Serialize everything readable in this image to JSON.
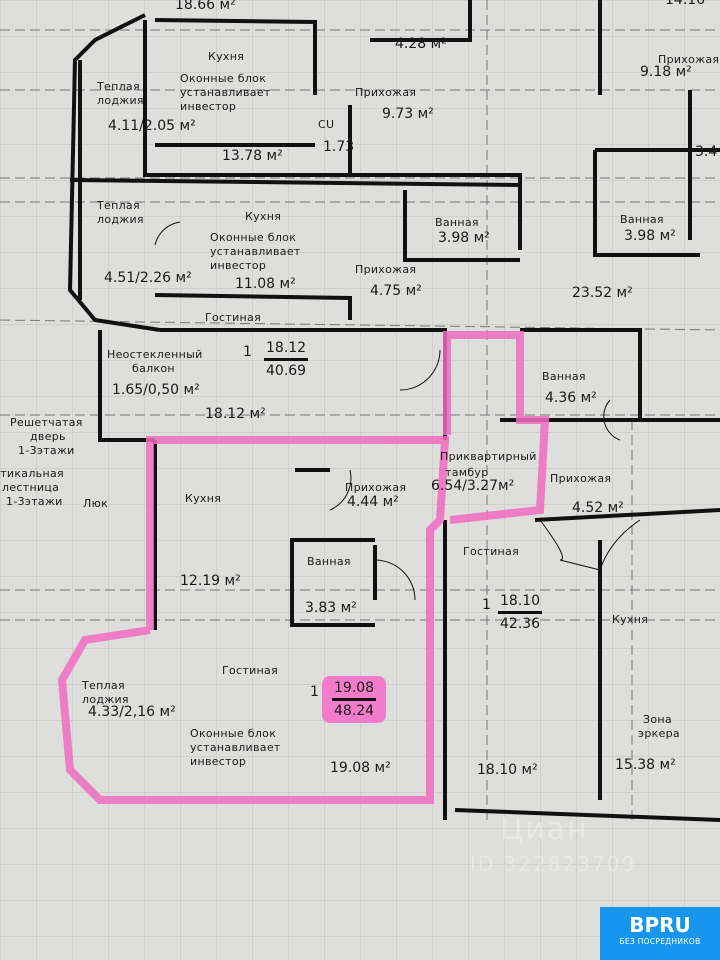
{
  "colors": {
    "wall": "#111111",
    "highlight": "#f06cc0",
    "badge": "#1796f0"
  },
  "top_left": {
    "area_top": "18.66 м²",
    "bath_area": "4.28 м²",
    "kitchen": "Кухня",
    "note": [
      "Оконные блок",
      "устанавливает",
      "инвестор"
    ],
    "loggia": [
      "Теплая",
      "лоджия"
    ],
    "loggia_area": "4.11/2.05 м²",
    "hall": "Прихожая",
    "hall_area": "9.73 м²",
    "wc": "СU",
    "wc_area": "1.73",
    "kitchen_area": "13.78 м²"
  },
  "apt_40": {
    "loggia": [
      "Теплая",
      "лоджия"
    ],
    "kitchen": "Кухня",
    "note": [
      "Оконные блок",
      "устанавливает",
      "инвестор"
    ],
    "loggia_area": "4.51/2.26 м²",
    "kitchen_area": "11.08 м²",
    "bath": "Ванная",
    "bath_area": "3.98 м²",
    "hall": "Прихожая",
    "hall_area": "4.75 м²",
    "living": "Гостиная",
    "rooms": "1",
    "living_area": "18.12",
    "total": "40.69",
    "balcony": [
      "Неостекленный",
      "балкон"
    ],
    "balcony_area": "1.65/0,50 м²",
    "living_area_label": "18.12 м²"
  },
  "stairs": {
    "door": [
      "Решетчатая",
      "дверь",
      "1-3этажи"
    ],
    "ladder": [
      "Вертикальная",
      "лестница",
      "1-3этажи"
    ],
    "hatch": "Люк"
  },
  "apt_48": {
    "kitchen": "Кухня",
    "kitchen_area": "12.19 м²",
    "hall": "Прихожая",
    "hall_area": "4.44 м²",
    "bath": "Ванная",
    "bath_area": "3.83 м²",
    "living": "Гостиная",
    "rooms": "1",
    "living_area": "19.08",
    "total": "48.24",
    "loggia": [
      "Теплая",
      "лоджия"
    ],
    "loggia_area": "4.33/2,16 м²",
    "note": [
      "Оконные блок",
      "устанавливает",
      "инвестор"
    ],
    "living_area_label": "19.08 м²"
  },
  "vestibule": {
    "label": [
      "Приквартирный",
      "тамбур"
    ],
    "area": "6.54/3.27м²"
  },
  "apt_42": {
    "bath": "Ванная",
    "bath_area": "4.36 м²",
    "hall": "Прихожая",
    "hall_area": "4.52 м²",
    "living": "Гостиная",
    "rooms": "1",
    "living_area": "18.10",
    "total": "42.36",
    "kitchen": "Кухня",
    "bay": [
      "Зона",
      "эркера"
    ],
    "kitchen_area": "15.38 м²",
    "living_area_label": "18.10 м²"
  },
  "top_right": {
    "area_top": "14.16",
    "hall": "Прихожая",
    "hall_area": "9.18 м²",
    "small_area": "3.4",
    "bath": "Ванная",
    "bath_area": "3.98 м²",
    "room_area": "23.52 м²"
  },
  "watermark": {
    "brand": "Циан",
    "id": "ID 322823709"
  },
  "badge": {
    "logo": "BPRU",
    "tagline": "БЕЗ ПОСРЕДНИКОВ"
  }
}
